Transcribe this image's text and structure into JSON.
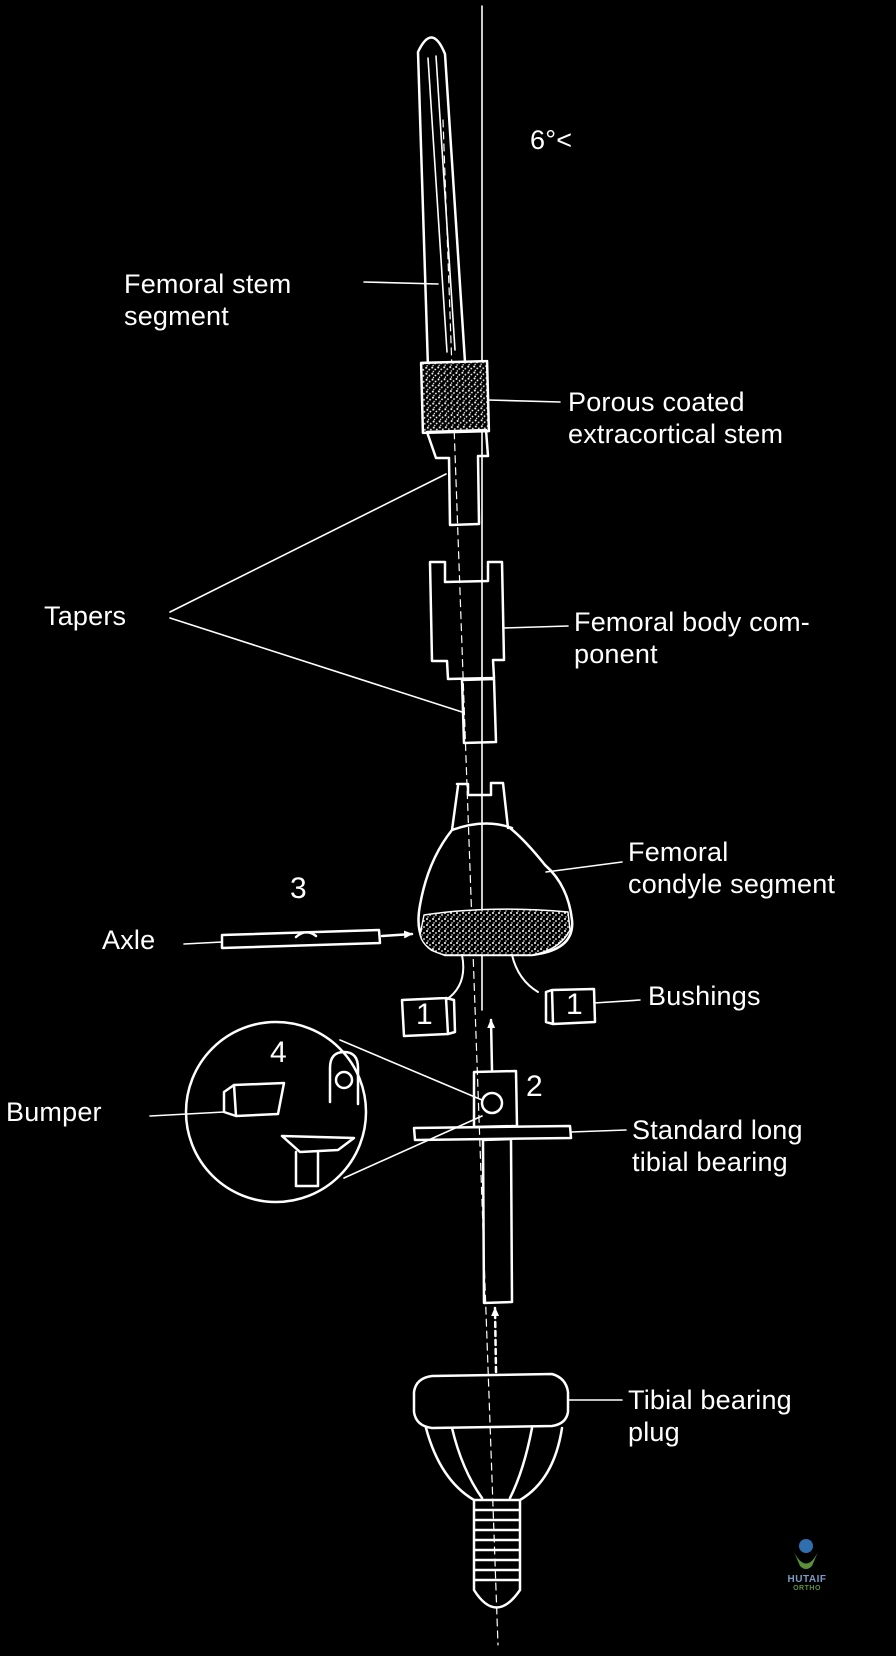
{
  "figure": {
    "angle_label": "6°<",
    "labels": {
      "femoral_stem": "Femoral stem\nsegment",
      "porous_stem": "Porous coated\nextracortical stem",
      "tapers": "Tapers",
      "femoral_body": "Femoral body com-\nponent",
      "condyle": "Femoral\ncondyle segment",
      "axle": "Axle",
      "bushings": "Bushings",
      "bumper": "Bumper",
      "tibial_bearing": "Standard long\ntibial bearing",
      "tibial_plug": "Tibial bearing\nplug"
    },
    "step_numbers": {
      "axle_step": "3",
      "detail_step": "4",
      "bearing_step": "2",
      "bushing_left": "1",
      "bushing_right": "1"
    },
    "watermark": {
      "line1": "HUTAIF",
      "line2": "ORTHO"
    },
    "colors": {
      "background": "#000000",
      "ink": "#ffffff"
    }
  }
}
